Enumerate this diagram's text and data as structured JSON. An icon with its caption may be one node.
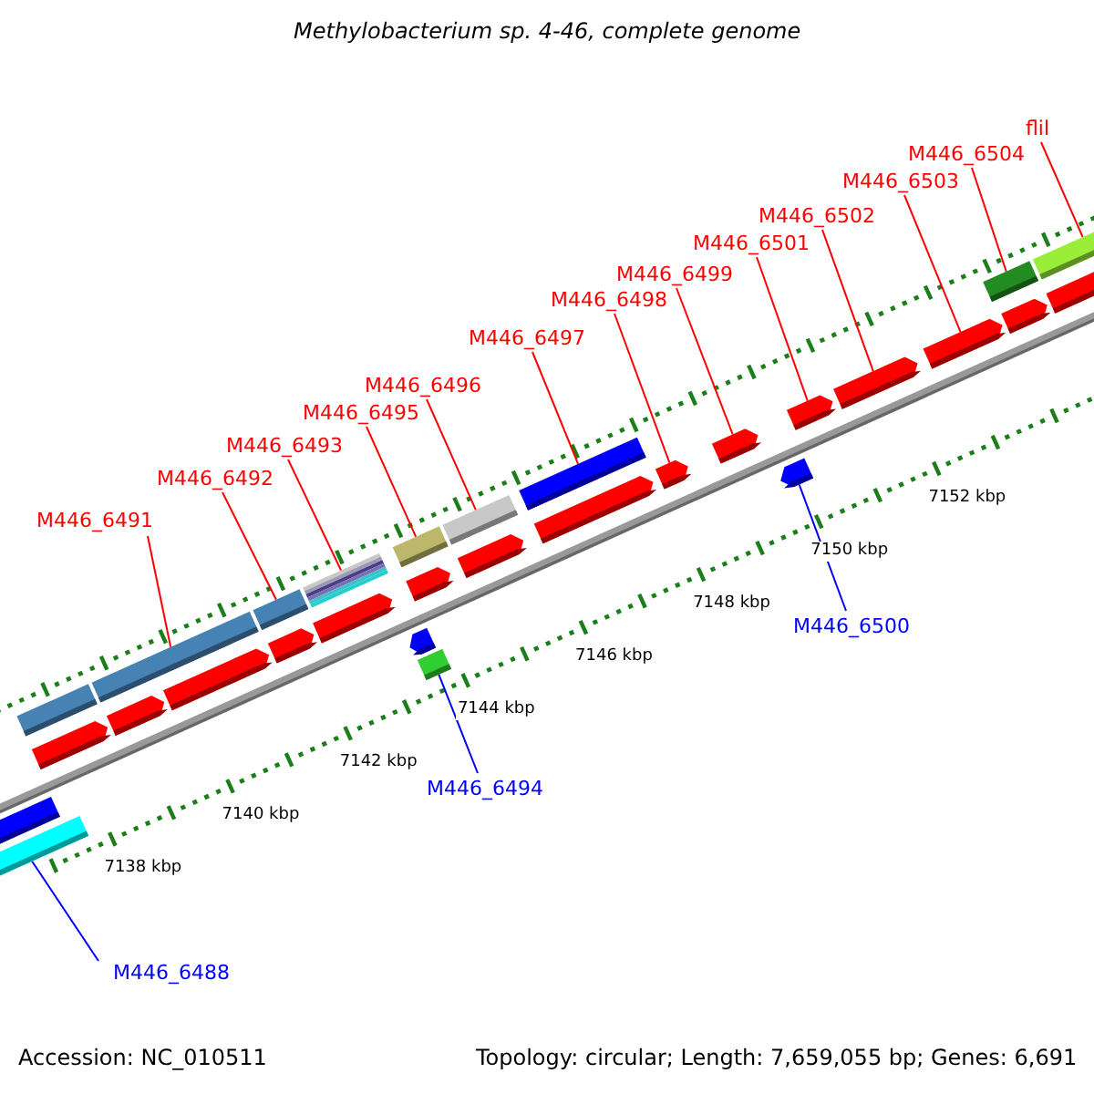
{
  "diagram": {
    "title": "Methylobacterium sp. 4-46, complete genome",
    "nodes": [
      {
        "text": [
          "M446_6491"
        ]
      },
      {
        "text": [
          "M446_6492"
        ]
      },
      {
        "text": [
          "M446_6493"
        ]
      },
      {
        "text": [
          "M446_6495"
        ]
      },
      {
        "text": [
          "M446_6496"
        ]
      },
      {
        "text": [
          "M446_6497"
        ]
      },
      {
        "text": [
          "M446_6498"
        ]
      },
      {
        "text": [
          "M446_6499"
        ]
      },
      {
        "text": [
          "M446_6501"
        ]
      },
      {
        "text": [
          "M446_6502"
        ]
      },
      {
        "text": [
          "M446_6503"
        ]
      },
      {
        "text": [
          "M446_6504"
        ]
      },
      {
        "text": [
          "flil"
        ]
      },
      {
        "text": [
          "M446_6488"
        ]
      },
      {
        "text": [
          "M446_6494"
        ]
      },
      {
        "text": [
          "M446_6500"
        ]
      },
      {
        "text": [],
        "shape": "bar"
      },
      {
        "text": [],
        "shape": "bar"
      },
      {
        "text": [],
        "shape": "bar"
      },
      {
        "text": [],
        "shape": "bar"
      },
      {
        "text": [],
        "shape": "bar"
      },
      {
        "text": [],
        "shape": "bar"
      },
      {
        "text": [],
        "shape": "bar"
      },
      {
        "text": [],
        "shape": "bar"
      },
      {
        "text": [],
        "shape": "bar"
      },
      {
        "text": [],
        "shape": "bar"
      },
      {
        "text": [],
        "shape": "bar"
      },
      {
        "text": [],
        "shape": "bar"
      },
      {
        "text": [],
        "shape": "bar"
      },
      {
        "text": [],
        "shape": "bar"
      },
      {
        "text": [],
        "shape": "bar"
      },
      {
        "text": [],
        "shape": "bar"
      },
      {
        "text": [],
        "shape": "bar"
      },
      {
        "text": [],
        "shape": "bar"
      },
      {
        "text": [],
        "shape": "bar"
      },
      {
        "text": [],
        "shape": "bar"
      },
      {
        "text": [],
        "shape": "bar"
      },
      {
        "text": [],
        "shape": "bar"
      },
      {
        "text": [],
        "shape": "bar"
      },
      {
        "text": [],
        "shape": "bar"
      },
      {
        "text": [],
        "shape": "bar"
      },
      {
        "text": [],
        "shape": "bar"
      },
      {
        "text": [],
        "shape": "bar"
      },
      {
        "text": [],
        "shape": "bar"
      },
      {
        "text": [],
        "shape": "bar"
      }
    ],
    "edges": [
      {
        "from": 0,
        "to": 16,
        "arrow": "none"
      },
      {
        "from": 1,
        "to": 17,
        "arrow": "none"
      },
      {
        "from": 2,
        "to": 18,
        "arrow": "none"
      },
      {
        "from": 3,
        "to": 19,
        "arrow": "none"
      },
      {
        "from": 4,
        "to": 20,
        "arrow": "none"
      },
      {
        "from": 5,
        "to": 21,
        "arrow": "none"
      },
      {
        "from": 6,
        "to": 22,
        "arrow": "none"
      },
      {
        "from": 7,
        "to": 23,
        "arrow": "none"
      },
      {
        "from": 8,
        "to": 24,
        "arrow": "none"
      },
      {
        "from": 9,
        "to": 25,
        "arrow": "none"
      },
      {
        "from": 10,
        "to": 26,
        "arrow": "none"
      },
      {
        "from": 11,
        "to": 27,
        "arrow": "none"
      },
      {
        "from": 12,
        "to": 28,
        "arrow": "none"
      },
      {
        "from": 13,
        "to": 29,
        "arrow": "none",
        "color": "#0000ff"
      },
      {
        "from": 14,
        "to": 30,
        "arrow": "none",
        "color": "#0000ff"
      },
      {
        "from": 15,
        "to": 31,
        "arrow": "none",
        "color": "#0000ff"
      }
    ],
    "labels": [
      "7138 kbp",
      "7140 kbp",
      "7142 kbp",
      "7144 kbp",
      "7146 kbp",
      "7148 kbp",
      "7150 kbp",
      "7152 kbp",
      "Accession: NC_010511",
      "Topology: circular; Length: 7,659,055 bp; Genes: 6,691"
    ]
  }
}
